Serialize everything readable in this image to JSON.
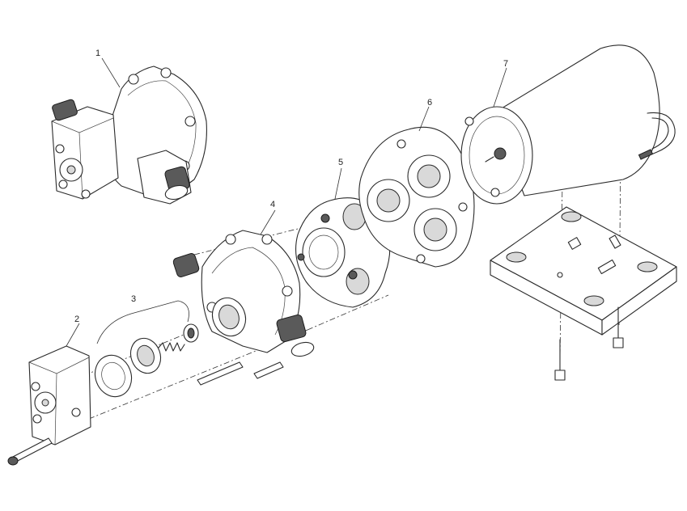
{
  "callouts": {
    "part_1": "1",
    "part_2": "2",
    "part_3": "3",
    "part_4": "4",
    "part_5": "5",
    "part_6": "6",
    "part_7": "7"
  },
  "colors": {
    "ink": "#2a2a2a",
    "background": "#ffffff",
    "shading": "#d9d9d9"
  }
}
